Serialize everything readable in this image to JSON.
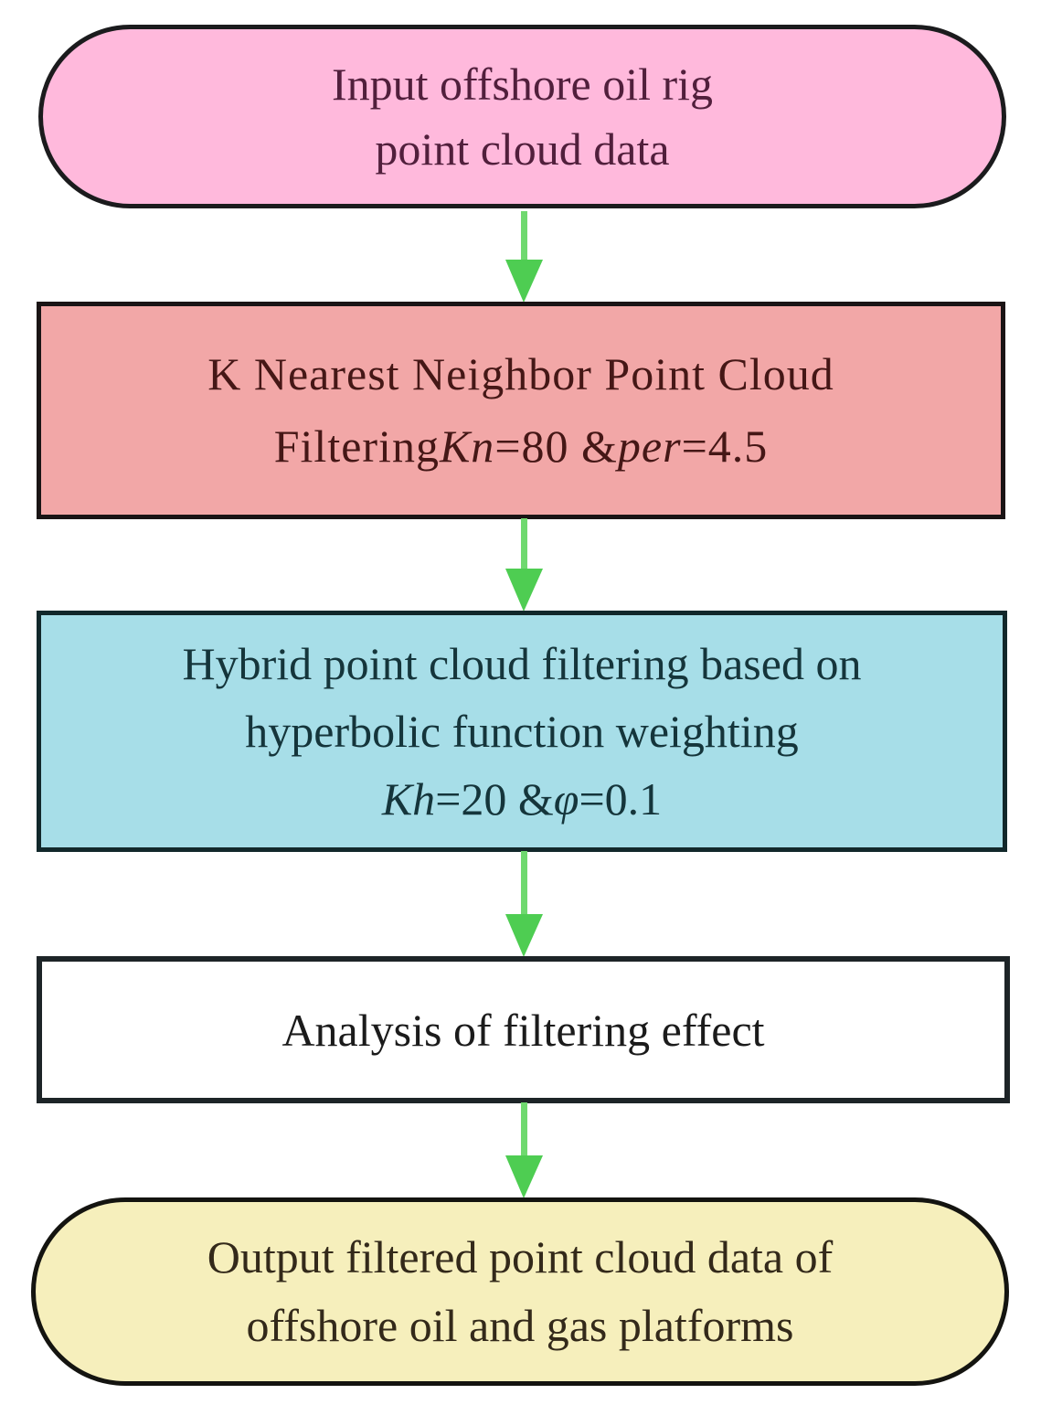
{
  "figure": {
    "type": "flowchart",
    "background": "#ffffff",
    "arrow": {
      "direction": "down",
      "stem_color": "#6fd96f",
      "head_color": "#4ecd52"
    }
  },
  "nodes": [
    {
      "id": "input",
      "shape": "stadium",
      "fill": "#ffb9dc",
      "border_color": "#1b1b1d",
      "text_color": "#511f3c",
      "lines": [
        {
          "segments": [
            {
              "text": "Input offshore oil rig",
              "italic": false
            }
          ]
        },
        {
          "segments": [
            {
              "text": "point cloud data",
              "italic": false
            }
          ]
        }
      ]
    },
    {
      "id": "knn-filtering",
      "shape": "rect",
      "fill": "#f2a7a7",
      "border_color": "#1a1415",
      "text_color": "#451716",
      "lines": [
        {
          "segments": [
            {
              "text": "K Nearest Neighbor Point Cloud",
              "italic": false
            }
          ]
        },
        {
          "segments": [
            {
              "text": "Filtering",
              "italic": false
            },
            {
              "text": "Kn",
              "italic": true
            },
            {
              "text": "=80 &",
              "italic": false
            },
            {
              "text": "per",
              "italic": true
            },
            {
              "text": "=4.5",
              "italic": false
            }
          ]
        }
      ]
    },
    {
      "id": "hybrid-filtering",
      "shape": "rect",
      "fill": "#a7dee8",
      "border_color": "#12282b",
      "text_color": "#15353b",
      "lines": [
        {
          "segments": [
            {
              "text": "Hybrid point cloud filtering based on",
              "italic": false
            }
          ]
        },
        {
          "segments": [
            {
              "text": "hyperbolic function weighting",
              "italic": false
            }
          ]
        },
        {
          "segments": [
            {
              "text": "Kh",
              "italic": true
            },
            {
              "text": "=20 &",
              "italic": false
            },
            {
              "text": "φ",
              "italic": true
            },
            {
              "text": "=0.1",
              "italic": false
            }
          ]
        }
      ]
    },
    {
      "id": "analysis",
      "shape": "rect",
      "fill": "#ffffff",
      "border_color": "#1d2427",
      "text_color": "#1b1b1b",
      "lines": [
        {
          "segments": [
            {
              "text": "Analysis of filtering effect",
              "italic": false
            }
          ]
        }
      ]
    },
    {
      "id": "output",
      "shape": "stadium",
      "fill": "#f6efbc",
      "border_color": "#141410",
      "text_color": "#33291a",
      "lines": [
        {
          "segments": [
            {
              "text": "Output filtered point cloud data of",
              "italic": false
            }
          ]
        },
        {
          "segments": [
            {
              "text": "offshore oil and gas platforms",
              "italic": false
            }
          ]
        }
      ]
    }
  ]
}
